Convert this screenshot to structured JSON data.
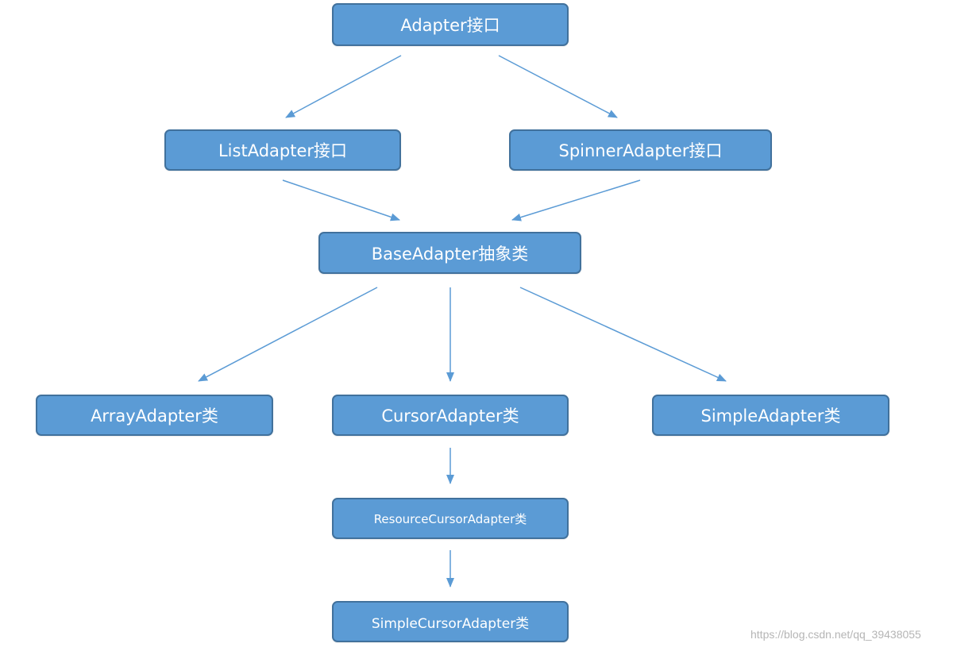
{
  "diagram": {
    "nodes": {
      "adapter": "Adapter接口",
      "list_adapter": "ListAdapter接口",
      "spinner_adapter": "SpinnerAdapter接口",
      "base_adapter": "BaseAdapter抽象类",
      "array_adapter": "ArrayAdapter类",
      "cursor_adapter": "CursorAdapter类",
      "simple_adapter": "SimpleAdapter类",
      "resource_cursor_adapter": "ResourceCursorAdapter类",
      "simple_cursor_adapter": "SimpleCursorAdapter类"
    },
    "edges": [
      {
        "from": "Adapter接口",
        "to": "ListAdapter接口"
      },
      {
        "from": "Adapter接口",
        "to": "SpinnerAdapter接口"
      },
      {
        "from": "ListAdapter接口",
        "to": "BaseAdapter抽象类"
      },
      {
        "from": "SpinnerAdapter接口",
        "to": "BaseAdapter抽象类"
      },
      {
        "from": "BaseAdapter抽象类",
        "to": "ArrayAdapter类"
      },
      {
        "from": "BaseAdapter抽象类",
        "to": "CursorAdapter类"
      },
      {
        "from": "BaseAdapter抽象类",
        "to": "SimpleAdapter类"
      },
      {
        "from": "CursorAdapter类",
        "to": "ResourceCursorAdapter类"
      },
      {
        "from": "ResourceCursorAdapter类",
        "to": "SimpleCursorAdapter类"
      }
    ],
    "colors": {
      "node_fill": "#5b9bd5",
      "node_border": "#41719c",
      "node_text": "#ffffff",
      "arrow": "#5b9bd5"
    }
  },
  "watermark": "https://blog.csdn.net/qq_39438055"
}
